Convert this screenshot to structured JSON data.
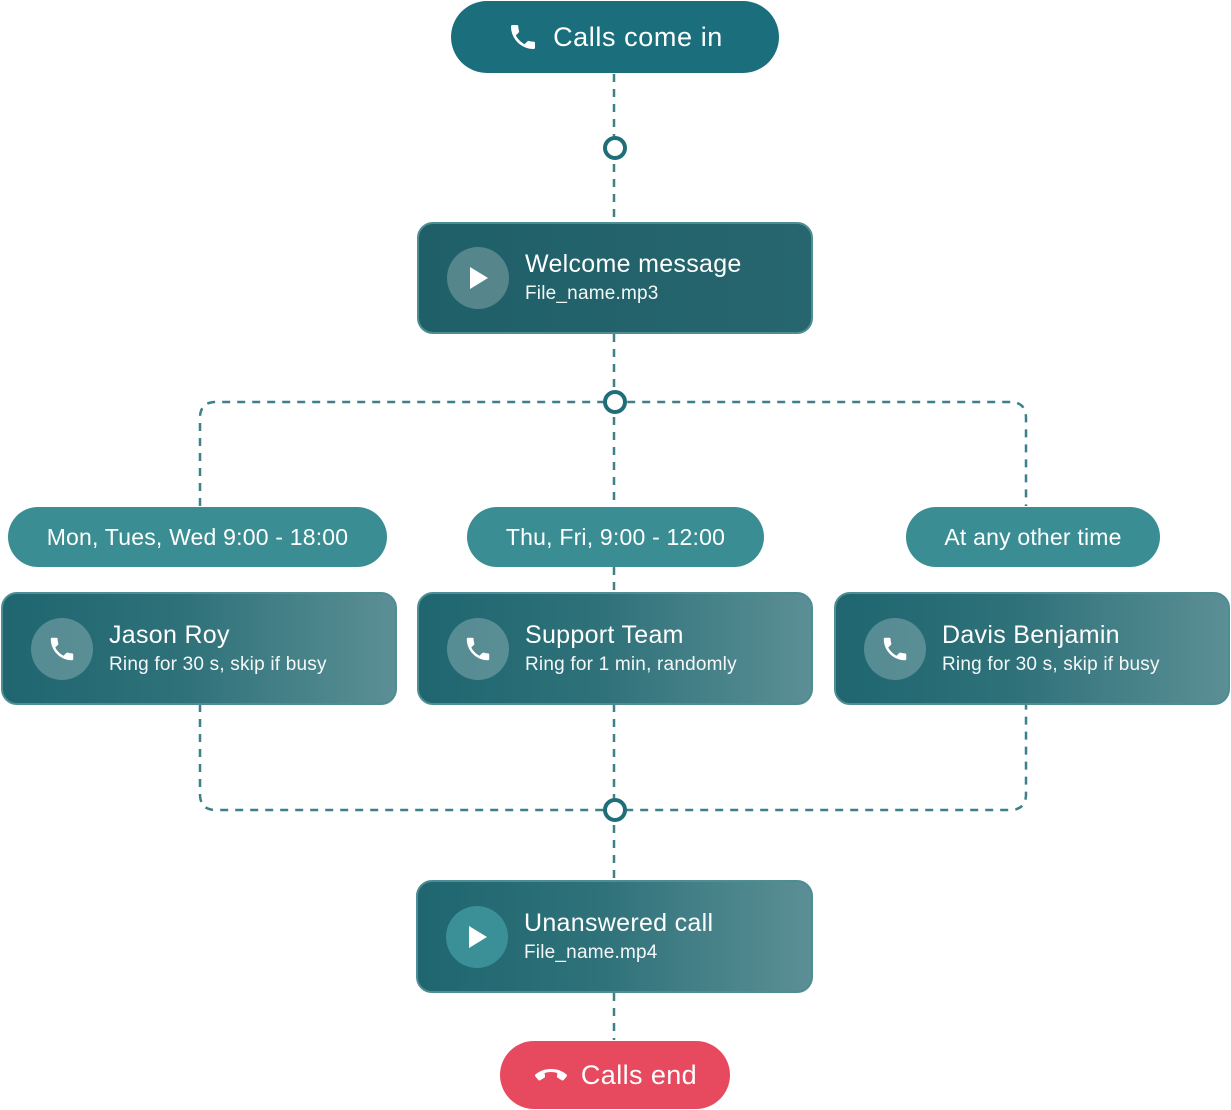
{
  "start": {
    "label": "Calls come in",
    "icon": "phone-icon"
  },
  "welcome": {
    "title": "Welcome message",
    "subtitle": "File_name.mp3",
    "icon": "play-icon"
  },
  "conditions": [
    {
      "label": "Mon, Tues, Wed 9:00 - 18:00"
    },
    {
      "label": "Thu, Fri, 9:00 - 12:00"
    },
    {
      "label": "At any other time"
    }
  ],
  "routes": [
    {
      "title": "Jason Roy",
      "subtitle": "Ring for 30 s, skip if busy",
      "icon": "phone-icon"
    },
    {
      "title": "Support Team",
      "subtitle": "Ring for 1 min, randomly",
      "icon": "phone-icon"
    },
    {
      "title": "Davis Benjamin",
      "subtitle": "Ring for 30 s, skip if busy",
      "icon": "phone-icon"
    }
  ],
  "unanswered": {
    "title": "Unanswered call",
    "subtitle": "File_name.mp4",
    "icon": "play-icon"
  },
  "end": {
    "label": "Calls end",
    "icon": "hang-up-icon"
  },
  "colors": {
    "primary": "#1b6f7c",
    "condition": "#3a8e93",
    "card": "#27666e",
    "connector": "#3e8088",
    "end": "#e74a5f"
  }
}
